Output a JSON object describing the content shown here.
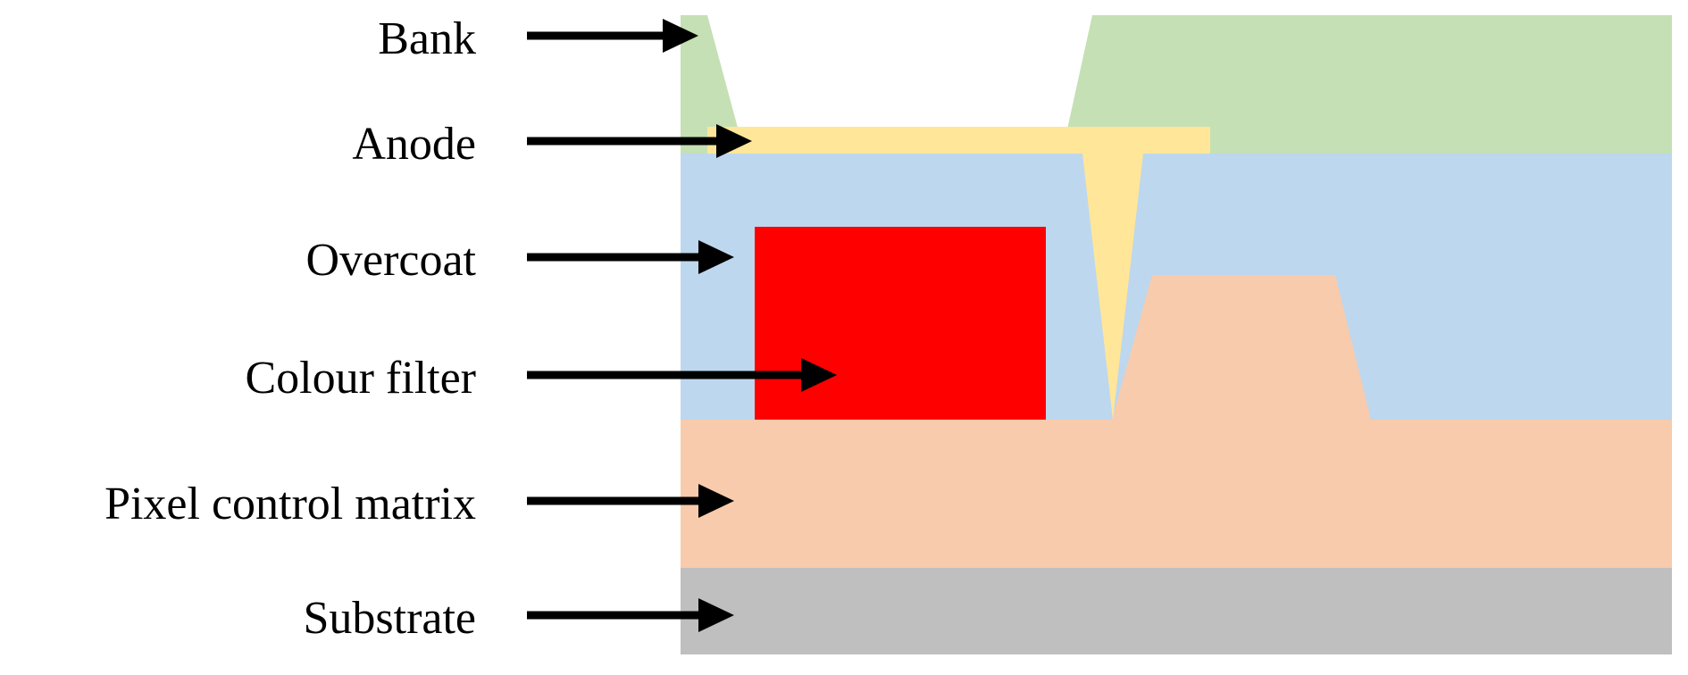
{
  "diagram": {
    "layers": [
      {
        "key": "bank",
        "label": "Bank",
        "color": "#C5E0B4"
      },
      {
        "key": "anode",
        "label": "Anode",
        "color": "#FFE699"
      },
      {
        "key": "overcoat",
        "label": "Overcoat",
        "color": "#BDD7EE"
      },
      {
        "key": "colour_filter",
        "label": "Colour filter",
        "color": "#FF0000"
      },
      {
        "key": "pixel_control_matrix",
        "label": "Pixel control matrix",
        "color": "#F8CBAD"
      },
      {
        "key": "substrate",
        "label": "Substrate",
        "color": "#BFBFBF"
      }
    ],
    "arrow_color": "#000000"
  }
}
